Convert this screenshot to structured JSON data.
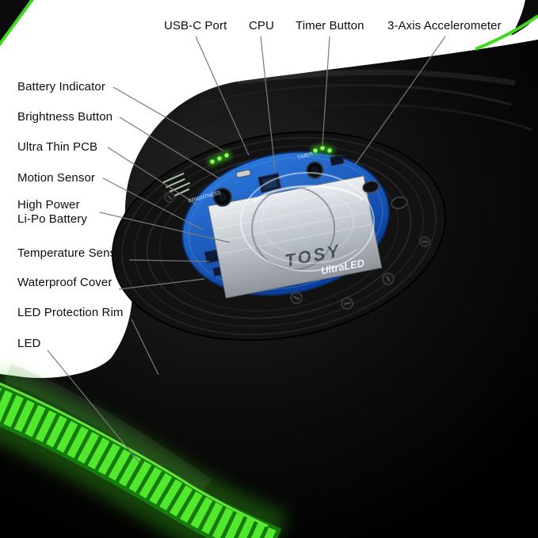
{
  "diagram": {
    "subject": "TOSY UltraLED flying disc internal components diagram"
  },
  "labels_top": [
    {
      "label": "USB-C  Port"
    },
    {
      "label": "CPU"
    },
    {
      "label": "Timer Button"
    },
    {
      "label": "3-Axis Accelerometer"
    }
  ],
  "labels_left": [
    {
      "label": "Battery Indicator"
    },
    {
      "label": "Brightness Button"
    },
    {
      "label": "Ultra Thin PCB"
    },
    {
      "label": "Motion Sensor"
    },
    {
      "label": "High Power\nLi-Po Battery"
    },
    {
      "label": "Temperature Sensor"
    },
    {
      "label": "Waterproof Cover"
    },
    {
      "label": "LED Protection Rim"
    },
    {
      "label": "LED"
    }
  ],
  "device_markings": {
    "battery_brand": "TOSY",
    "model": "UltraLED",
    "pcb_print_brightness": "BRIGHTNESS",
    "pcb_print_timer": "TIMER"
  },
  "colors": {
    "background": "#ffffff",
    "disc_black": "#0a0a0a",
    "led_green": "#3fd91f",
    "pcb_blue": "#1c5fd0",
    "battery_silver": "#c3c9ce"
  }
}
